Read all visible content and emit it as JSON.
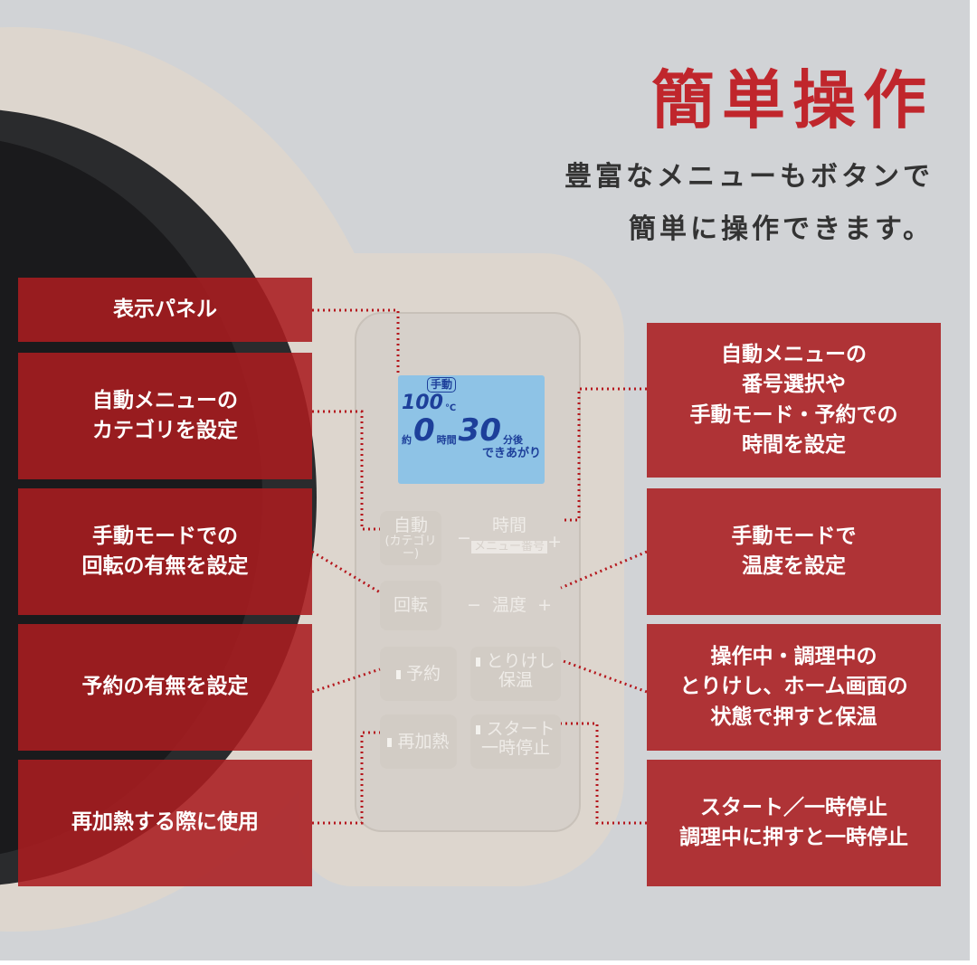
{
  "header": {
    "title": "簡単操作",
    "subtitle_line1": "豊富なメニューもボタンで",
    "subtitle_line2": "簡単に操作できます。"
  },
  "lcd": {
    "mode": "手動",
    "temperature": "100",
    "temp_unit": "℃",
    "prefix": "約",
    "hours": "0",
    "hours_unit": "時間",
    "minutes": "30",
    "minutes_unit": "分後",
    "done": "できあがり"
  },
  "buttons": {
    "auto": "自動",
    "auto_sub": "(カテゴリー)",
    "time": "時間",
    "time_sub": "メニュー番号",
    "minus": "−",
    "plus": "+",
    "rotate": "回転",
    "temp": "温度",
    "reserve": "予約",
    "cancel": "とりけし",
    "keep_warm": "保温",
    "reheat": "再加熱",
    "start": "スタート",
    "pause": "一時停止"
  },
  "left_labels": [
    "表示パネル",
    "自動メニューの\nカテゴリを設定",
    "手動モードでの\n回転の有無を設定",
    "予約の有無を設定",
    "再加熱する際に使用"
  ],
  "right_labels": [
    "自動メニューの\n番号選択や\n手動モード・予約での\n時間を設定",
    "手動モードで\n温度を設定",
    "操作中・調理中の\nとりけし、ホーム画面の\n状態で押すと保温",
    "スタート／一時停止\n調理中に押すと一時停止"
  ],
  "colors": {
    "accent": "#c0262c",
    "label_bg": "#aa1c20",
    "background": "#d1d3d6"
  }
}
